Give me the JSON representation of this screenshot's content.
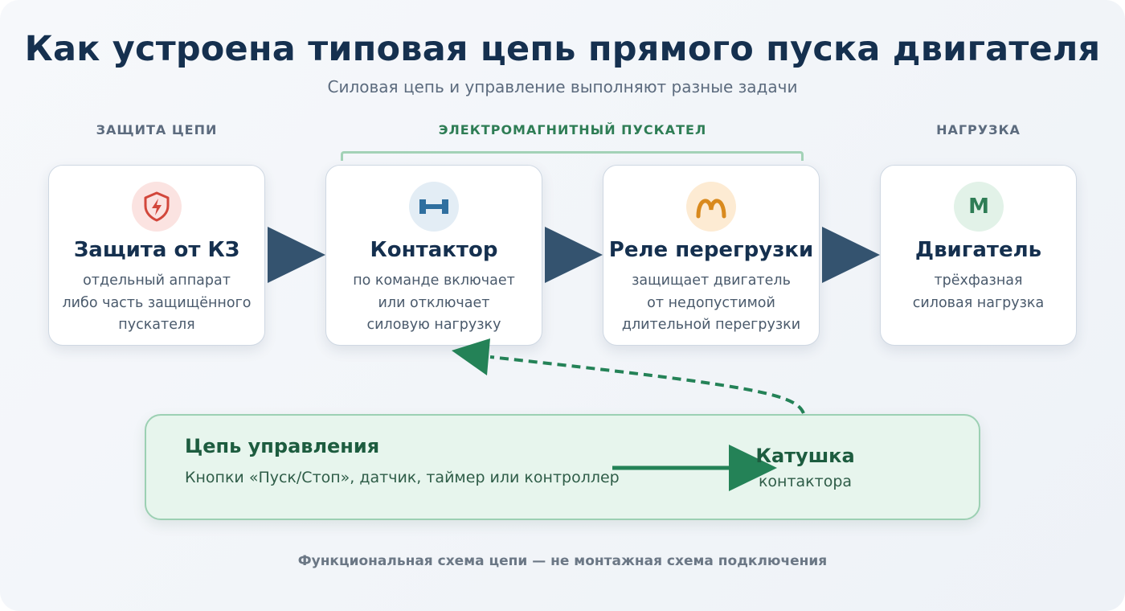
{
  "title": "Как устроена типовая цепь прямого пуска двигателя",
  "subtitle": "Силовая цепь и управление выполняют разные задачи",
  "sections": {
    "protection": "ЗАЩИТА ЦЕПИ",
    "starter": "ЭЛЕКТРОМАГНИТНЫЙ ПУСКАТЕЛ",
    "load": "НАГРУЗКА"
  },
  "cards": [
    {
      "icon": "shield-lightning-icon",
      "title": "Защита от КЗ",
      "lines": [
        "отдельный аппарат",
        "либо часть защищённого",
        "пускателя"
      ],
      "accent": "#d2473b"
    },
    {
      "icon": "contactor-icon",
      "title": "Контактор",
      "lines": [
        "по команде включает",
        "или отключает",
        "силовую нагрузку"
      ],
      "accent": "#2f6f9f"
    },
    {
      "icon": "overload-relay-icon",
      "title": "Реле перегрузки",
      "lines": [
        "защищает двигатель",
        "от недопустимой",
        "длительной перегрузки"
      ],
      "accent": "#d98a1e"
    },
    {
      "icon": "motor-icon",
      "icon_text": "M",
      "title": "Двигатель",
      "lines": [
        "трёхфазная",
        "силовая нагрузка"
      ],
      "accent": "#2e7d55"
    }
  ],
  "control": {
    "title": "Цепь управления",
    "text": "Кнопки «Пуск/Стоп», датчик, таймер или контроллер",
    "coil_title": "Катушка",
    "coil_text": "контактора"
  },
  "footer": "Функциональная схема цепи — не монтажная схема подключения",
  "colors": {
    "title": "#15304f",
    "power_arrow": "#34536f",
    "control_arrow": "#248257"
  }
}
